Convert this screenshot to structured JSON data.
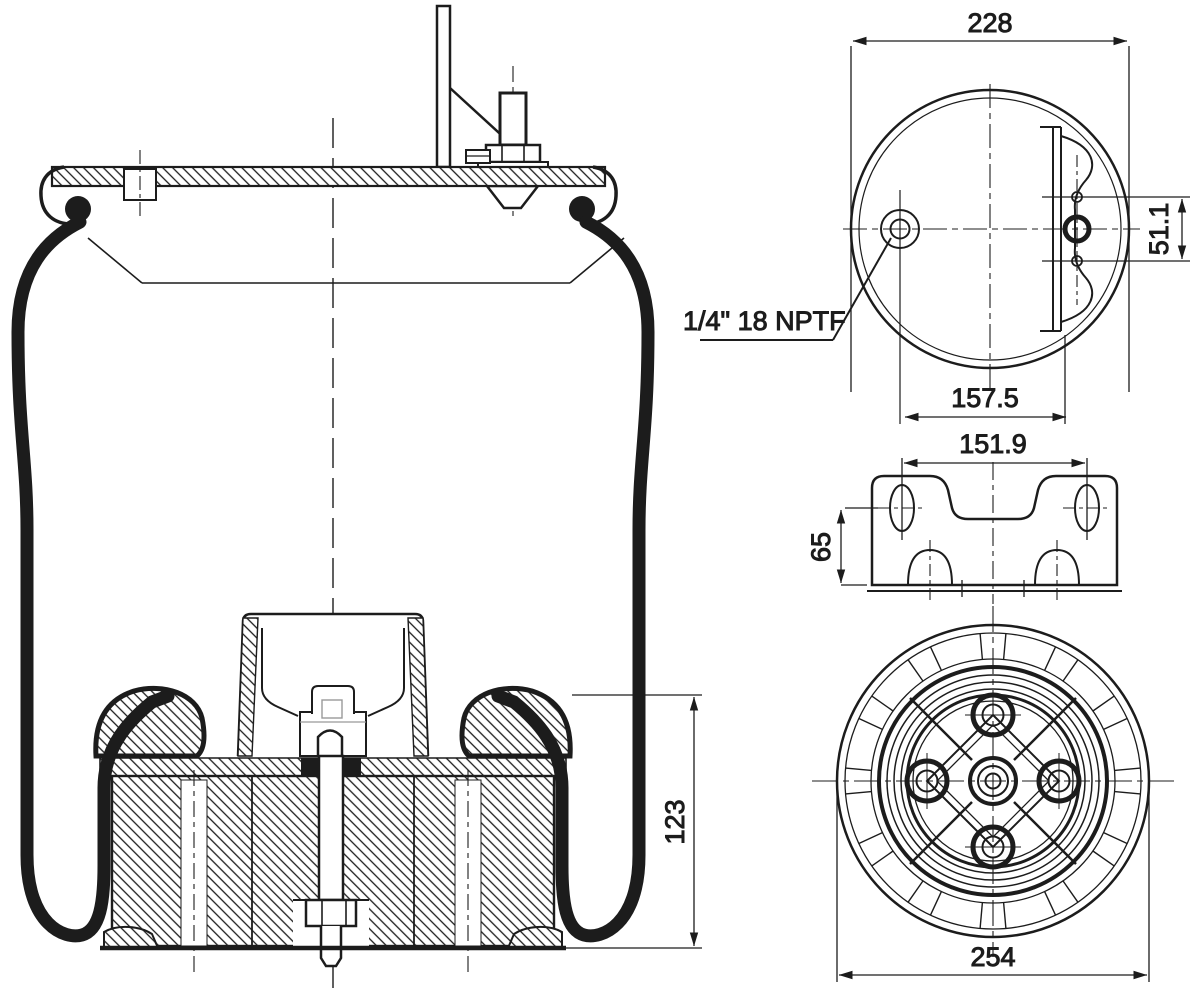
{
  "title": "Air spring technical drawing",
  "labels": {
    "port": "1/4\" 18 NPTF"
  },
  "dimensions": {
    "top_plate_diameter": "228",
    "port_to_bracket": "157.5",
    "bracket_hole_spacing": "51.1",
    "bracket_slot_spacing": "151.9",
    "bracket_height": "65",
    "piston_height": "123",
    "piston_diameter": "254"
  },
  "colors": {
    "line": "#1c1c1c",
    "background": "#ffffff"
  }
}
